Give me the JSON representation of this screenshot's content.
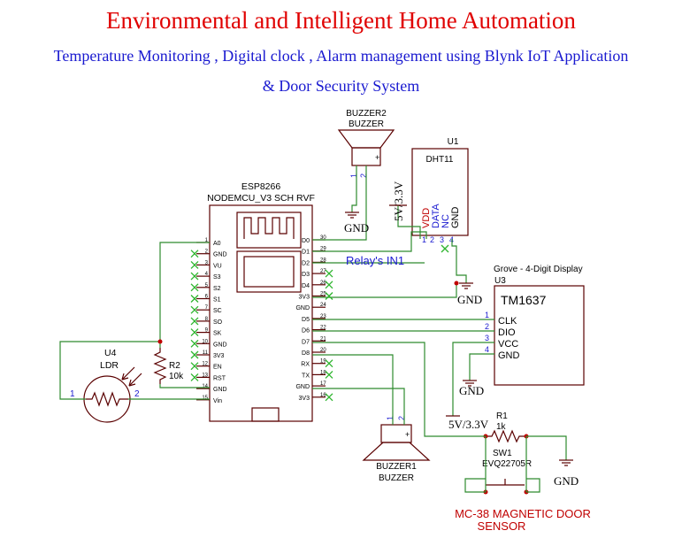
{
  "header": {
    "title": "Environmental and Intelligent Home Automation",
    "subtitle_line1": "Temperature Monitoring , Digital clock , Alarm management using Blynk IoT Application",
    "subtitle_line2": "& Door Security System"
  },
  "colors": {
    "title": "#e00000",
    "subtitle": "#1a1ad0",
    "wire": "#2e8b2e",
    "component": "#5a0000",
    "no_connect": "#2fb52f"
  },
  "nodemcu": {
    "name": "ESP8266",
    "part": "NODEMCU_V3 SCH RVF",
    "left_pins": [
      {
        "num": "1",
        "label": "A0"
      },
      {
        "num": "2",
        "label": "GND"
      },
      {
        "num": "3",
        "label": "VU"
      },
      {
        "num": "4",
        "label": "S3"
      },
      {
        "num": "5",
        "label": "S2"
      },
      {
        "num": "6",
        "label": "S1"
      },
      {
        "num": "7",
        "label": "SC"
      },
      {
        "num": "8",
        "label": "SO"
      },
      {
        "num": "9",
        "label": "SK"
      },
      {
        "num": "10",
        "label": "GND"
      },
      {
        "num": "11",
        "label": "3V3"
      },
      {
        "num": "12",
        "label": "EN"
      },
      {
        "num": "13",
        "label": "RST"
      },
      {
        "num": "14",
        "label": "GND"
      },
      {
        "num": "15",
        "label": "Vin"
      }
    ],
    "right_pins": [
      {
        "num": "30",
        "label": "D0"
      },
      {
        "num": "29",
        "label": "D1"
      },
      {
        "num": "28",
        "label": "D2"
      },
      {
        "num": "27",
        "label": "D3"
      },
      {
        "num": "26",
        "label": "D4"
      },
      {
        "num": "25",
        "label": "3V3"
      },
      {
        "num": "24",
        "label": "GND"
      },
      {
        "num": "23",
        "label": "D5"
      },
      {
        "num": "22",
        "label": "D6"
      },
      {
        "num": "21",
        "label": "D7"
      },
      {
        "num": "20",
        "label": "D8"
      },
      {
        "num": "19",
        "label": "RX"
      },
      {
        "num": "18",
        "label": "TX"
      },
      {
        "num": "17",
        "label": "GND"
      },
      {
        "num": "16",
        "label": "3V3"
      }
    ]
  },
  "buzzer2": {
    "ref": "BUZZER2",
    "value": "BUZZER",
    "pin1": "1",
    "pin2": "2",
    "plus": "+"
  },
  "buzzer1": {
    "ref": "BUZZER1",
    "value": "BUZZER",
    "pin1": "1",
    "pin2": "2",
    "plus": "+"
  },
  "dht11": {
    "ref": "U1",
    "value": "DHT11",
    "pins": [
      "VDD",
      "DATA",
      "NC",
      "GND"
    ],
    "nums": [
      "1",
      "2",
      "3",
      "4"
    ]
  },
  "display": {
    "title": "Grove - 4-Digit Display",
    "ref": "U3",
    "chip": "TM1637",
    "pins": [
      "CLK",
      "DIO",
      "VCC",
      "GND"
    ],
    "nums": [
      "1",
      "2",
      "3",
      "4"
    ]
  },
  "ldr": {
    "ref": "U4",
    "value": "LDR",
    "pin1": "1",
    "pin2": "2"
  },
  "r2": {
    "ref": "R2",
    "value": "10k"
  },
  "r1": {
    "ref": "R1",
    "value": "1k"
  },
  "sw1": {
    "ref": "SW1",
    "value": "EVQ22705R"
  },
  "labels": {
    "relay": "Relay's IN1",
    "power1": "5V/3.3V",
    "power2": "5V/3.3V",
    "gnd": "GND",
    "sensor_line1": "MC-38 MAGNETIC DOOR",
    "sensor_line2": "SENSOR"
  }
}
